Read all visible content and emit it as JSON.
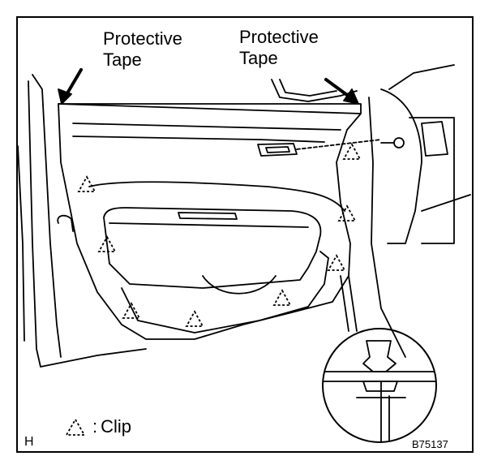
{
  "labels": {
    "protective_tape_left": "Protective\nTape",
    "protective_tape_right": "Protective\nTape",
    "legend_separator": ":",
    "legend_text": "Clip",
    "corner_letter": "H",
    "figure_code": "B75137"
  },
  "colors": {
    "line": "#000000",
    "background": "#ffffff"
  },
  "icons": {
    "clip_marker": "dashed-triangle-icon",
    "callout_arrow": "arrow-icon"
  }
}
